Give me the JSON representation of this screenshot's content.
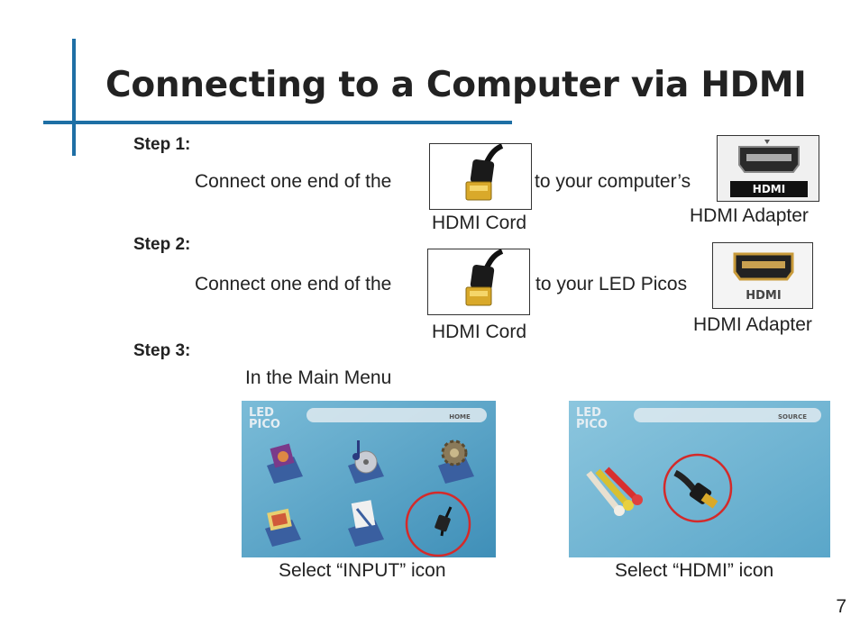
{
  "title": "Connecting to a Computer via HDMI",
  "steps": [
    {
      "label": "Step 1:",
      "text_before": "Connect one end of the",
      "text_after": "to your computer’s",
      "cord_caption": "HDMI Cord",
      "adapter_caption": "HDMI Adapter"
    },
    {
      "label": "Step 2:",
      "text_before": "Connect one end of the",
      "text_after": "to your LED Picos",
      "cord_caption": "HDMI Cord",
      "adapter_caption": "HDMI Adapter"
    },
    {
      "label": "Step 3:",
      "text": "In the Main Menu"
    }
  ],
  "screens": {
    "input": {
      "logo_top": "LED",
      "logo_bottom": "PICO",
      "header": "HOME",
      "caption": "Select “INPUT” icon"
    },
    "hdmi": {
      "logo_top": "LED",
      "logo_bottom": "PICO",
      "header": "SOURCE",
      "caption": "Select “HDMI” icon"
    }
  },
  "port_label": "HDMI",
  "page_number": "7",
  "colors": {
    "accent": "#1e6fa5",
    "highlight_circle": "#d42a2a",
    "screen_bg": "#5aa6c9"
  }
}
